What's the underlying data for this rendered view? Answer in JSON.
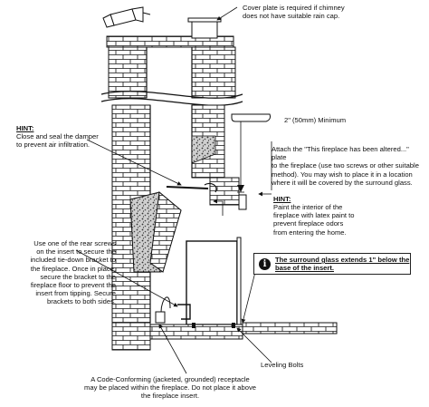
{
  "labels": {
    "cover_plate": "Cover plate is required if chimney\ndoes not have suitable rain cap.",
    "min_clearance": "2\" (50mm) Minimum",
    "hint_damper_head": "HINT:",
    "hint_damper_body": "Close and seal the damper\nto prevent air infiltration.",
    "attach_plate": "Attach the \"This fireplace has been altered...\" plate\nto the fireplace (use two screws or other suitable\nmethod).  You may wish to place it in a location\nwhere it will be covered by the surround glass.",
    "hint_paint_head": "HINT:",
    "hint_paint_body": "Paint the interior of the\nfireplace with latex paint to\nprevent fireplace odors\nfrom entering the home.",
    "rear_screws": "Use one of the rear screws\non the insert to secure the\nincluded tie-down bracket to\nthe fireplace.  Once in place,\nsecure the bracket to the\nfireplace floor to prevent the\ninsert from tipping. Secure\nbrackets to both sides.",
    "surround_glass": "The surround glass extends 1\"\nbelow the base of the insert.",
    "leveling_bolts": "Leveling Bolts",
    "receptacle": "A Code-Conforming (jacketed, grounded) receptacle\nmay be placed within the fireplace.  Do not place it above\nthe fireplace insert."
  },
  "icons": {
    "info": "info-icon",
    "sealant_tube": "sealant-tube-icon"
  },
  "colors": {
    "line": "#111111",
    "brick_fill": "#ffffff",
    "rubble": "#3a3a3a"
  }
}
